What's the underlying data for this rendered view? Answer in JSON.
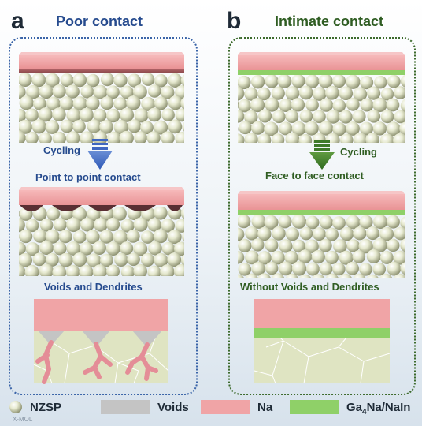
{
  "panels": {
    "a": {
      "letter": "a",
      "title": "Poor contact",
      "cycling": "Cycling",
      "contact": "Point to point contact",
      "result": "Voids and Dendrites"
    },
    "b": {
      "letter": "b",
      "title": "Intimate contact",
      "cycling": "Cycling",
      "contact": "Face to face contact",
      "result": "Without Voids and Dendrites"
    }
  },
  "legend": {
    "nzsp": "NZSP",
    "voids": "Voids",
    "na": "Na",
    "alloy_prefix": "Ga",
    "alloy_sub": "4",
    "alloy_suffix": "Na/NaIn"
  },
  "colors": {
    "na": "#f0a4a6",
    "alloy": "#8fd068",
    "voids": "#c4c4c4",
    "electrolyte": "#dfe4c2",
    "sphere": "#e4e7cd",
    "blue_text": "#264b8e",
    "green_text": "#2f5d22"
  },
  "watermark": "X-MOL"
}
